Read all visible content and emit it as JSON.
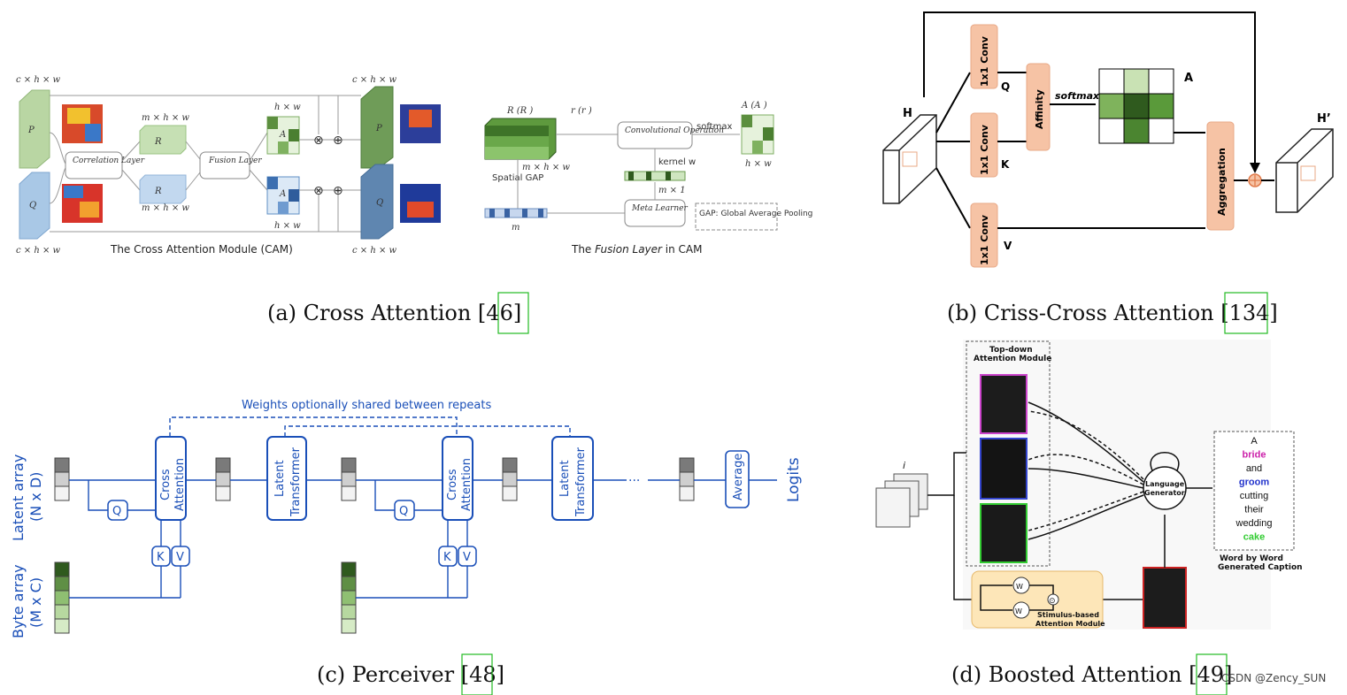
{
  "captions": {
    "a": {
      "prefix": "(a) Cross Attention [",
      "ref": "46",
      "suffix": "]"
    },
    "b": {
      "prefix": "(b) Criss-Cross Attention [",
      "ref": "134",
      "suffix": "]"
    },
    "c": {
      "prefix": "(c) Perceiver [",
      "ref": "48",
      "suffix": "]"
    },
    "d": {
      "prefix": "(d) Boosted Attention [",
      "ref": "49",
      "suffix": "]"
    }
  },
  "watermark": "CSDN @Zency_SUN",
  "panel_a": {
    "dim_chw": "c × h × w",
    "dim_mhw": "m × h × w",
    "dim_hw": "h × w",
    "dim_m1": "m × 1",
    "P": "P",
    "Q": "Q",
    "correlation_layer": "Correlation Layer",
    "fusion_layer": "Fusion Layer",
    "Rp": "R",
    "Rq": "R",
    "Ap": "A",
    "Aq": "A",
    "otimes": "⊗",
    "oplus": "⊕",
    "caption_left": "The Cross Attention Module (CAM)",
    "Rp_Rq": "R (R )",
    "ri": "r (r )",
    "conv_op": "Convolutional Operation",
    "softmax": "softmax",
    "Ap_Aq": "A (A )",
    "spatial_gap": "Spatial GAP",
    "kernel": "kernel w",
    "meta_learner": "Meta Learner",
    "m": "m",
    "gap_note": "GAP: Global Average Pooling",
    "caption_right_pre": "The ",
    "caption_right_it": "Fusion Layer",
    "caption_right_post": " in CAM"
  },
  "panel_b": {
    "H": "H",
    "Hprime": "H’",
    "conv": "1x1 Conv",
    "Q": "Q",
    "K": "K",
    "V": "V",
    "affinity": "Affinity",
    "softmax": "softmax",
    "A": "A",
    "aggregation": "Aggregation"
  },
  "panel_c": {
    "shared": "Weights optionally shared between repeats",
    "latent_array": "Latent array",
    "latent_dim": "(N x D)",
    "byte_array": "Byte array",
    "byte_dim": "(M x C)",
    "cross1": "Cross",
    "cross2": "Attention",
    "latent1": "Latent",
    "latent2": "Transformer",
    "Q": "Q",
    "K": "K",
    "V": "V",
    "ellipsis": "···",
    "average": "Average",
    "logits": "Logits"
  },
  "panel_d": {
    "topdown1": "Top-down",
    "topdown2": "Attention Module",
    "language1": "Language",
    "language2": "Generator",
    "words": [
      "A",
      "bride",
      "and",
      "groom",
      "cutting",
      "their",
      "wedding",
      "cake"
    ],
    "word_colors": [
      "#111111",
      "#cc22aa",
      "#111111",
      "#2233cc",
      "#111111",
      "#111111",
      "#111111",
      "#33cc33"
    ],
    "wbw1": "Word by Word",
    "wbw2": "Generated Caption",
    "stim1": "Stimulus-based",
    "stim2": "Attention Module",
    "Ws": "W",
    "Wsal": "W",
    "dot": "⊙",
    "i": "i"
  }
}
